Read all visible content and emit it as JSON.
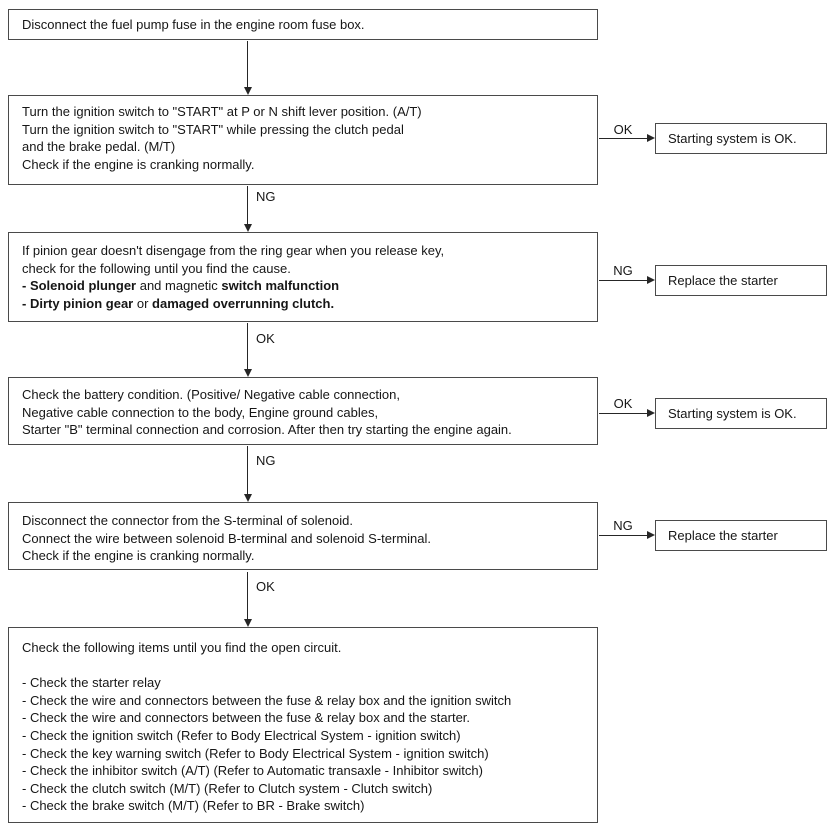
{
  "page": {
    "background_color": "#ffffff",
    "text_color": "#161616",
    "border_color": "#4a4a4a",
    "arrow_color": "#262626"
  },
  "steps": [
    {
      "lines": [
        "Disconnect the fuel pump fuse in the engine room fuse box."
      ]
    },
    {
      "lines": [
        "Turn the ignition switch to \"START\" at P or N shift lever position. (A/T)",
        "Turn the ignition switch to \"START\" while pressing the clutch pedal",
        "and the brake pedal. (M/T)",
        "Check if the engine is cranking normally."
      ]
    },
    {
      "lines": [
        "If pinion gear doesn't disengage from the ring gear when you release key,",
        "check for the following until you find the cause."
      ],
      "rich_lines": [
        [
          {
            "text": "- Solenoid plunger",
            "bold": true
          },
          {
            "text": " and magnetic ",
            "bold": false
          },
          {
            "text": "switch malfunction",
            "bold": true
          }
        ],
        [
          {
            "text": "- Dirty pinion gear",
            "bold": true
          },
          {
            "text": " or ",
            "bold": false
          },
          {
            "text": "damaged overrunning clutch.",
            "bold": true
          }
        ]
      ]
    },
    {
      "lines": [
        "Check the battery condition. (Positive/ Negative cable connection,",
        "Negative cable connection to the body, Engine ground cables,",
        "Starter \"B\" terminal connection and corrosion. After then try starting the engine again."
      ]
    },
    {
      "lines": [
        "Disconnect the connector from the S-terminal of solenoid.",
        "Connect the wire between solenoid B-terminal and solenoid S-terminal.",
        "Check if the engine is cranking normally."
      ]
    },
    {
      "lines": [
        "Check the following items until you find the open circuit.",
        "",
        "- Check the starter relay",
        "- Check the wire and connectors between the fuse & relay box and the ignition switch",
        "- Check the wire and connectors between the fuse & relay box and the starter.",
        "- Check the ignition switch (Refer to Body Electrical System - ignition switch)",
        "- Check the key warning switch (Refer to Body Electrical System - ignition switch)",
        "- Check the inhibitor switch (A/T) (Refer to Automatic transaxle - Inhibitor switch)",
        "- Check the clutch switch (M/T) (Refer to Clutch system - Clutch switch)",
        "- Check the brake switch (M/T) (Refer to BR - Brake switch)"
      ]
    }
  ],
  "down_arrows": [
    {
      "label": ""
    },
    {
      "label": "NG"
    },
    {
      "label": "OK"
    },
    {
      "label": "NG"
    },
    {
      "label": "OK"
    }
  ],
  "side_branches": [
    {
      "label": "OK",
      "result": "Starting system is OK."
    },
    {
      "label": "NG",
      "result": "Replace the starter"
    },
    {
      "label": "OK",
      "result": "Starting system is OK."
    },
    {
      "label": "NG",
      "result": "Replace the starter"
    }
  ]
}
